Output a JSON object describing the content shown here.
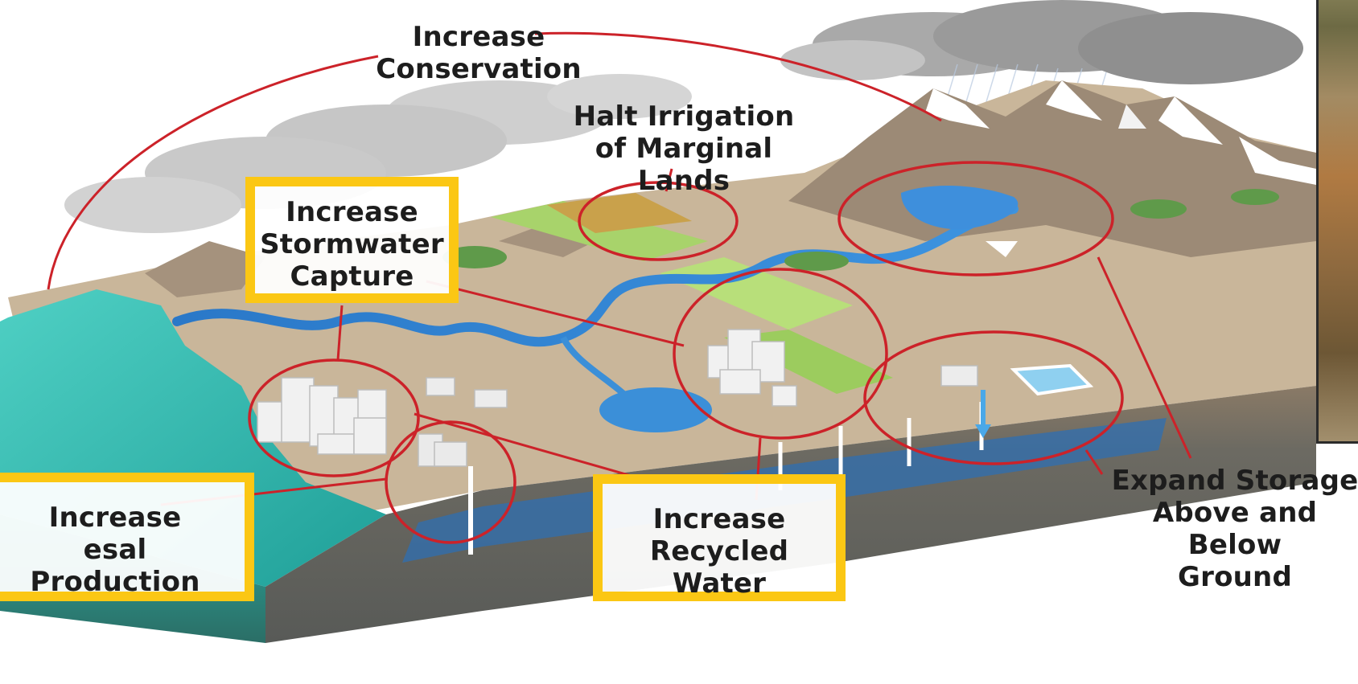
{
  "labels": {
    "conservation": "Increase\nConservation",
    "halt_irrigation": "Halt Irrigation\nof Marginal Lands",
    "stormwater": "Increase\nStormwater\nCapture",
    "desal": "Increase\nesal Production",
    "recycled": "Increase\nRecycled Water",
    "storage": "Expand Storage\nAbove and Below\nGround"
  },
  "colors": {
    "callout_border": "#fbc714",
    "circle_stroke": "#cc2229",
    "ocean": "#2fb8ae",
    "water": "#2f7fd0",
    "land": "#c9b69a",
    "mountain": "#9c8a76",
    "field_green": "#a8d36b",
    "ground_layer": "#6f6f6a"
  },
  "icons": {
    "city": "city-buildings-icon",
    "desal_plant": "desalination-plant-icon",
    "treatment_plant": "treatment-plant-icon",
    "reservoir": "reservoir-icon",
    "aquifer": "aquifer-storage-icon"
  }
}
